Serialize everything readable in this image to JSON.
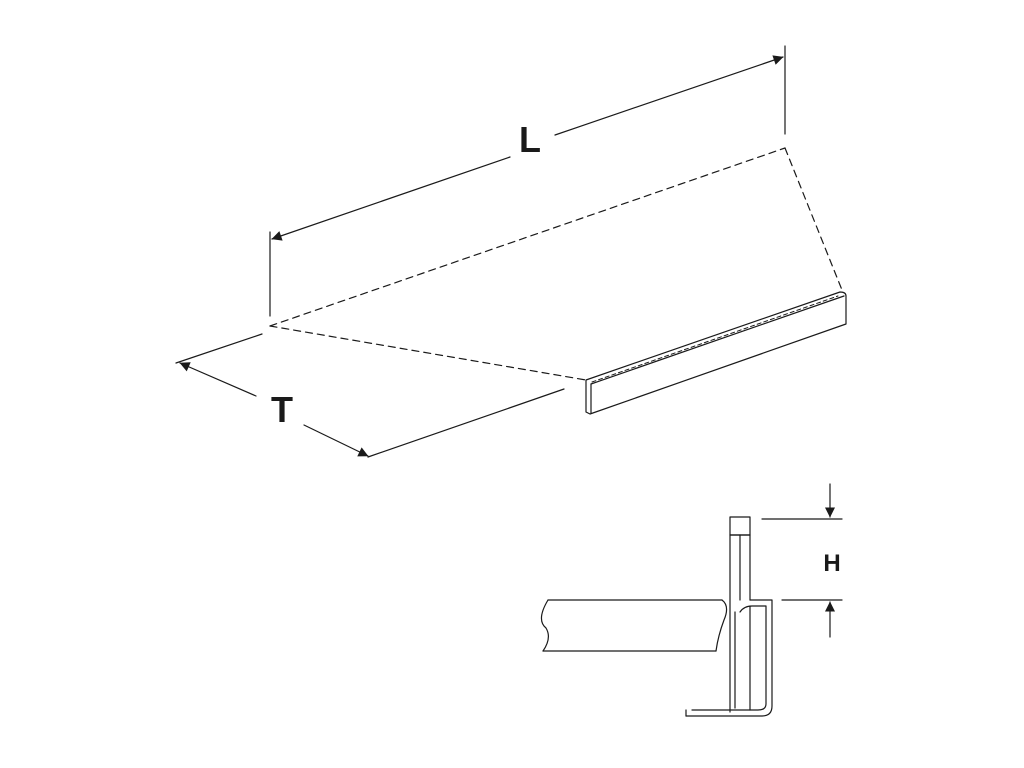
{
  "labels": {
    "length": "L",
    "depth": "T",
    "height": "H"
  },
  "colors": {
    "line": "#1a1a1a",
    "background": "#ffffff"
  }
}
